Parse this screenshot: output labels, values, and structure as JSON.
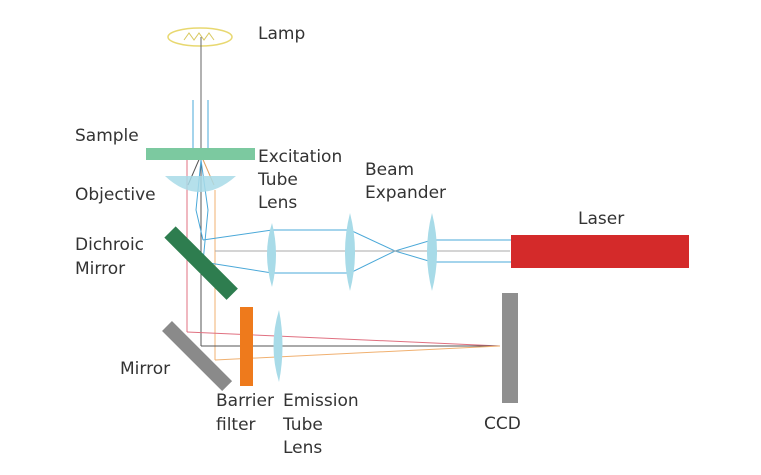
{
  "labels": {
    "lamp": "Lamp",
    "sample": "Sample",
    "excitation_tube_lens": [
      "Excitation",
      "Tube",
      "Lens"
    ],
    "objective": "Objective",
    "beam_expander": [
      "Beam",
      "Expander"
    ],
    "laser": "Laser",
    "dichroic_mirror": [
      "Dichroic",
      "Mirror"
    ],
    "mirror": "Mirror",
    "barrier_filter": [
      "Barrier",
      "filter"
    ],
    "emission_tube_lens": [
      "Emission",
      "Tube",
      "Lens"
    ],
    "ccd": "CCD"
  },
  "colors": {
    "laser": "#d42a2a",
    "sample": "#7cc9a0",
    "dichroic": "#2e7d4f",
    "mirror": "#8a8a8a",
    "barrier_filter": "#ee7a1c",
    "ccd": "#8f8f8f",
    "lens": "#a8dbe8",
    "beam_blue": "#4aa8d8",
    "beam_red": "#e07080",
    "beam_orange": "#f0b070",
    "beam_gray": "#555555",
    "lamp": "#e8d870"
  }
}
